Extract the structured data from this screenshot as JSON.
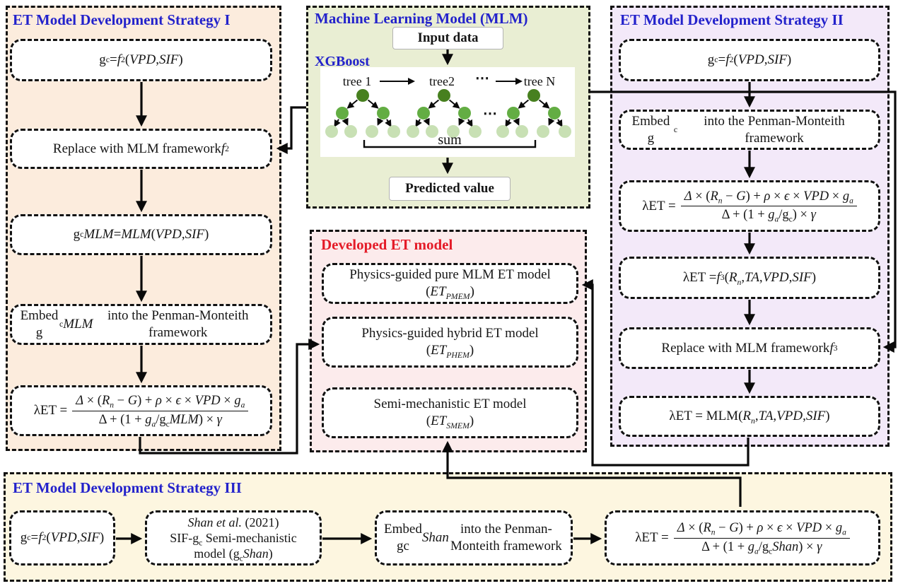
{
  "colors": {
    "title_blue": "#2322cb",
    "title_red": "#e41b28",
    "strategy1_bg": "#fcecdd",
    "mlm_bg": "#e9eed3",
    "strategy2_bg": "#f3e9f9",
    "developed_bg": "#fcebec",
    "strategy3_bg": "#fdf6e0",
    "tree_root_green": "#47801f",
    "tree_mid_green": "#63ad43",
    "tree_leaf_green": "#c8e0b4",
    "box_border": "#111111"
  },
  "panels": {
    "strategy1": {
      "title": "ET Model Development Strategy I",
      "boxes": {
        "b1": {
          "html": "g<sub>c</sub> = <i>f</i><sub>2</sub>(<i>VPD</i>, <i>SIF</i>)"
        },
        "b2": {
          "html": "Replace with MLM framework <i>f</i><sub>2</sub>"
        },
        "b3": {
          "html": "g<sub>c</sub><i>MLM</i> = <i>MLM</i>(<i>VPD</i>, <i>SIF</i>)"
        },
        "b4": {
          "html": "Embed g<sub>c</sub><i>MLM</i> into the Penman-Monteith framework"
        },
        "b5": {
          "lhs": "λET =",
          "num": "<i>Δ</i> × (<i>R<sub>n</sub></i> − <i>G</i>) + <i>ρ</i> × <i>ϵ</i> × <i>VPD</i> × <i>g<sub>a</sub></i>",
          "den": "Δ + (1 + <i>g<sub>a</sub></i>/g<sub>c</sub><i>MLM</i>) × <i>γ</i>"
        }
      }
    },
    "mlm": {
      "title": "Machine Learning Model (MLM)",
      "subtitle": "XGBoost",
      "input_label": "Input data",
      "output_label": "Predicted value",
      "tree_labels": [
        "tree 1",
        "tree2",
        "tree N"
      ],
      "dots": "⋯",
      "sum_label": "sum"
    },
    "strategy2": {
      "title": "ET Model Development Strategy II",
      "boxes": {
        "b1": {
          "html": "g<sub>c</sub> = <i>f</i><sub>2</sub>(<i>VPD</i>, <i>SIF</i>)"
        },
        "b2": {
          "html": "Embed g<sub>c</sub> into the Penman-Monteith framework"
        },
        "b3": {
          "lhs": "λET =",
          "num": "<i>Δ</i> × (<i>R<sub>n</sub></i> − <i>G</i>) + <i>ρ</i> × <i>ϵ</i> × <i>VPD</i> × <i>g<sub>a</sub></i>",
          "den": "Δ + (1 + <i>g<sub>a</sub></i>/g<sub>c</sub>) × <i>γ</i>"
        },
        "b4": {
          "html": "λET = <i>f</i><sub>3</sub>(<i>R<sub>n</sub></i>, <i>TA</i>, <i>VPD</i>, <i>SIF</i>)"
        },
        "b5": {
          "html": "Replace with MLM framework <i>f</i><sub>3</sub>"
        },
        "b6": {
          "html": "λET = MLM(<i>R<sub>n</sub></i>, <i>TA</i>, <i>VPD</i>, <i>SIF</i>)"
        }
      }
    },
    "developed": {
      "title": "Developed ET model",
      "boxes": {
        "m1": {
          "line1": "Physics-guided pure MLM ET model",
          "line2": "(<i>ET<sub>PMEM</sub></i>)"
        },
        "m2": {
          "line1": "Physics-guided hybrid ET model",
          "line2": "(<i>ET<sub>PHEM</sub></i>)"
        },
        "m3": {
          "line1": "Semi-mechanistic ET model",
          "line2": "(<i>ET<sub>SMEM</sub></i>)"
        }
      }
    },
    "strategy3": {
      "title": "ET Model Development Strategy III",
      "boxes": {
        "b1": {
          "html": "g<sub>c</sub> = <i>f</i><sub>2</sub>(<i>VPD</i>, <i>SIF</i>)"
        },
        "b2": {
          "line1": "<i>Shan et al.</i> (2021)",
          "line2": "SIF-g<sub>c</sub> Semi-mechanistic",
          "line3": "model (g<sub>c</sub><i>Shan</i>)"
        },
        "b3": {
          "html": "Embed gc<i>Shan</i> into the Penman-Monteith framework"
        },
        "b4": {
          "lhs": "λET =",
          "num": "<i>Δ</i> × (<i>R<sub>n</sub></i> − <i>G</i>) + <i>ρ</i> × <i>ϵ</i> × <i>VPD</i> × <i>g<sub>a</sub></i>",
          "den": "Δ + (1 + <i>g<sub>a</sub></i>/g<sub>c</sub><i>Shan</i>) × <i>γ</i>"
        }
      }
    }
  }
}
